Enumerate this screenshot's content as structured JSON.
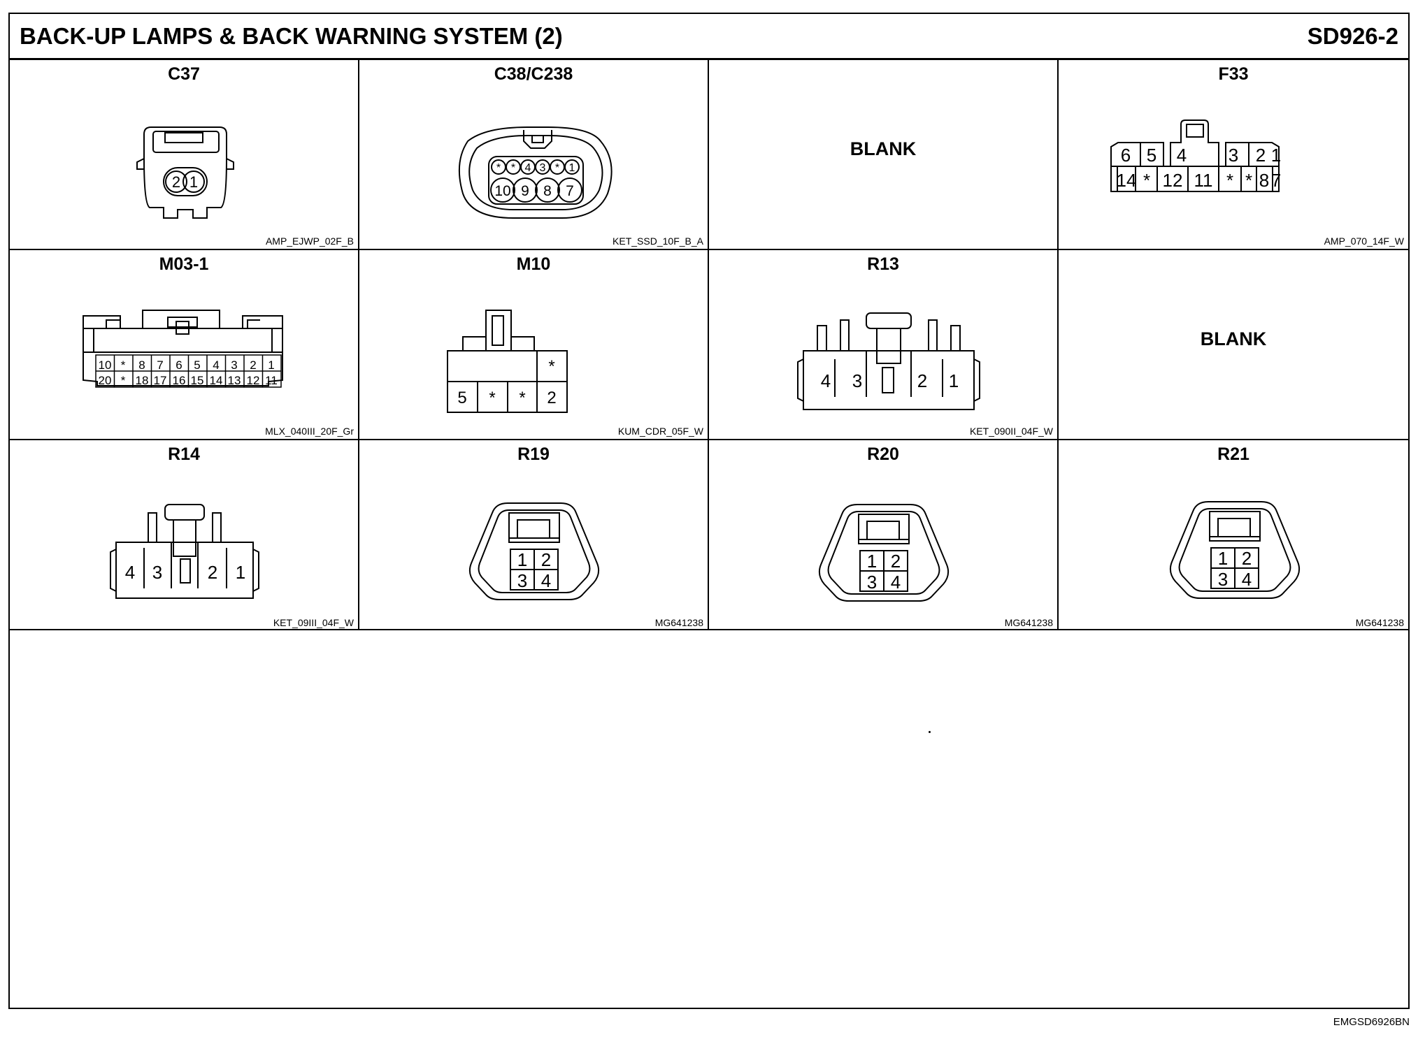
{
  "header": {
    "title": "BACK-UP LAMPS & BACK WARNING SYSTEM (2)",
    "doc_number": "SD926-2"
  },
  "connectors": [
    {
      "name": "C37",
      "part": "AMP_EJWP_02F_B",
      "pins": [
        "2",
        "1"
      ]
    },
    {
      "name": "C38/C238",
      "part": "KET_SSD_10F_B_A",
      "pins_top": [
        "*",
        "*",
        "4",
        "3",
        "*",
        "1"
      ],
      "pins_bottom": [
        "10",
        "9",
        "8",
        "7"
      ]
    },
    {
      "name": "",
      "blank_label": "BLANK"
    },
    {
      "name": "F33",
      "part": "AMP_070_14F_W",
      "pins_top_left": [
        "6",
        "5",
        "4"
      ],
      "pins_top_right": [
        "3",
        "2",
        "1"
      ],
      "pins_bottom": [
        "14",
        "*",
        "12",
        "11",
        "*",
        "*",
        "8",
        "7"
      ]
    },
    {
      "name": "M03-1",
      "part": "MLX_040III_20F_Gr",
      "pins_top": [
        "10",
        "*",
        "8",
        "7",
        "6",
        "5",
        "4",
        "3",
        "2",
        "1"
      ],
      "pins_bottom": [
        "20",
        "*",
        "18",
        "17",
        "16",
        "15",
        "14",
        "13",
        "12",
        "11"
      ]
    },
    {
      "name": "M10",
      "part": "KUM_CDR_05F_W",
      "pins_top": [
        "*"
      ],
      "pins_bottom": [
        "5",
        "*",
        "*",
        "2"
      ]
    },
    {
      "name": "R13",
      "part": "KET_090II_04F_W",
      "pins": [
        "4",
        "3",
        "2",
        "1"
      ]
    },
    {
      "name": "",
      "blank_label": "BLANK"
    },
    {
      "name": "R14",
      "part": "KET_09III_04F_W",
      "pins": [
        "4",
        "3",
        "2",
        "1"
      ]
    },
    {
      "name": "R19",
      "part": "MG641238",
      "pins": [
        "1",
        "2",
        "3",
        "4"
      ]
    },
    {
      "name": "R20",
      "part": "MG641238",
      "pins": [
        "1",
        "2",
        "3",
        "4"
      ]
    },
    {
      "name": "R21",
      "part": "MG641238",
      "pins": [
        "1",
        "2",
        "3",
        "4"
      ]
    }
  ],
  "footer": {
    "code": "EMGSD6926BN"
  }
}
